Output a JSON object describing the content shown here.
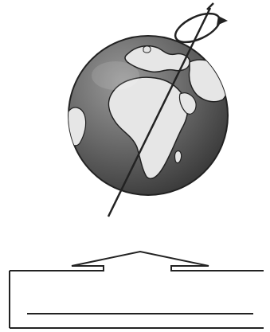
{
  "figure": {
    "items": [
      {
        "name": "earth-globe",
        "description_visible_text": ""
      },
      {
        "name": "rotation-axis",
        "description_visible_text": ""
      },
      {
        "name": "rotation-arrow",
        "description_visible_text": ""
      },
      {
        "name": "roof-outline",
        "description_visible_text": ""
      },
      {
        "name": "base-line",
        "description_visible_text": ""
      }
    ]
  },
  "colors": {
    "ink": "#222222",
    "ocean": "#5a5a5a",
    "ocean_light": "#8a8a8a",
    "land": "#e6e6e6",
    "land_shadow": "#c8c8c8",
    "background": "#ffffff"
  }
}
